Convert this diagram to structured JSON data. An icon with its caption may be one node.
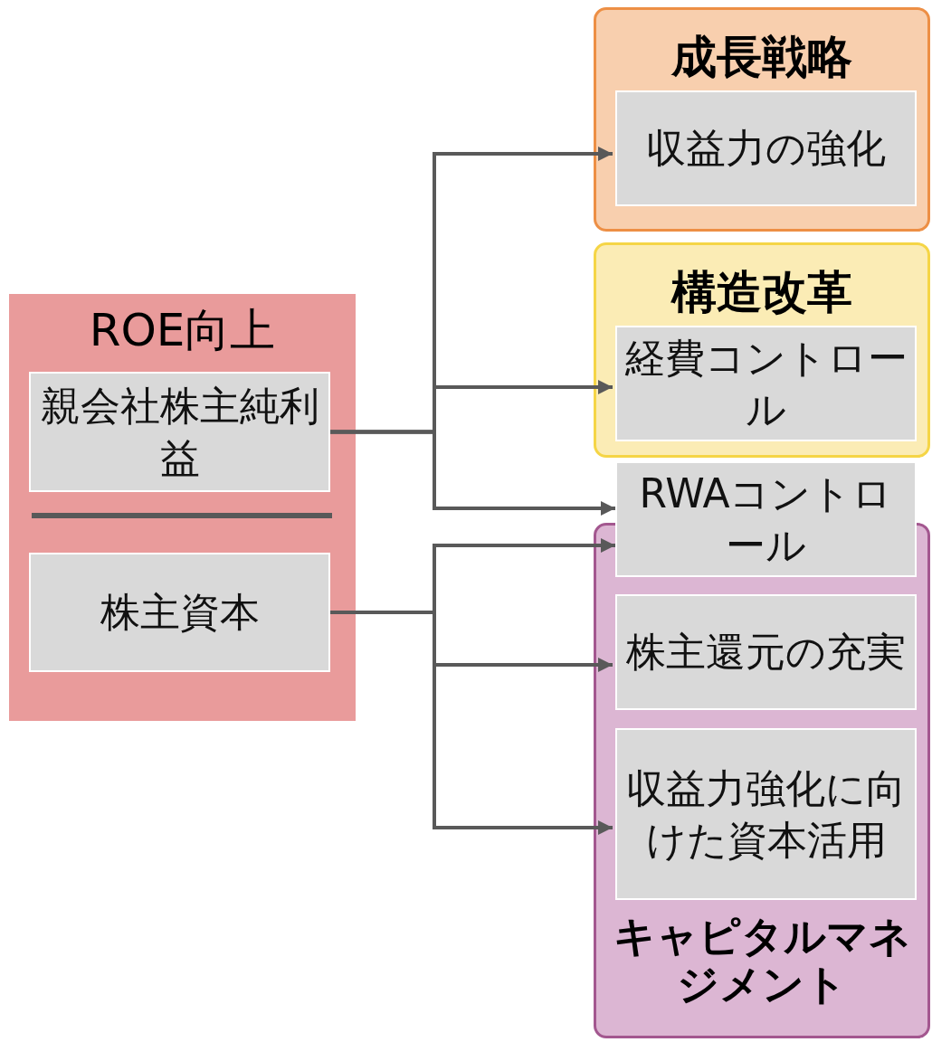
{
  "diagram": {
    "nodes": [
      {
        "text": [
          "ROE向上"
        ]
      },
      {
        "text": [
          "親会社株主純利益"
        ],
        "in": 0
      },
      {
        "text": [
          "株主資本"
        ],
        "in": 0
      },
      {
        "text": [
          "成長戦略"
        ]
      },
      {
        "text": [
          "収益力の強化"
        ],
        "in": 3
      },
      {
        "text": [
          "構造改革"
        ]
      },
      {
        "text": [
          "経費コントロール"
        ],
        "in": 5
      },
      {
        "text": [
          "RWAコントロール"
        ]
      },
      {
        "text": [
          "キャピタルマネジメント"
        ]
      },
      {
        "text": [
          "株主還元の充実"
        ],
        "in": 8
      },
      {
        "text": [
          "収益力強化に向けた資本活用"
        ],
        "in": 8
      }
    ],
    "edges": [
      {
        "from": 1,
        "to": 4,
        "arrow": "to"
      },
      {
        "from": 1,
        "to": 6,
        "arrow": "to"
      },
      {
        "from": 1,
        "to": 7,
        "arrow": "to"
      },
      {
        "from": 2,
        "to": 7,
        "arrow": "to"
      },
      {
        "from": 2,
        "to": 9,
        "arrow": "to"
      },
      {
        "from": 2,
        "to": 10,
        "arrow": "to"
      }
    ]
  }
}
